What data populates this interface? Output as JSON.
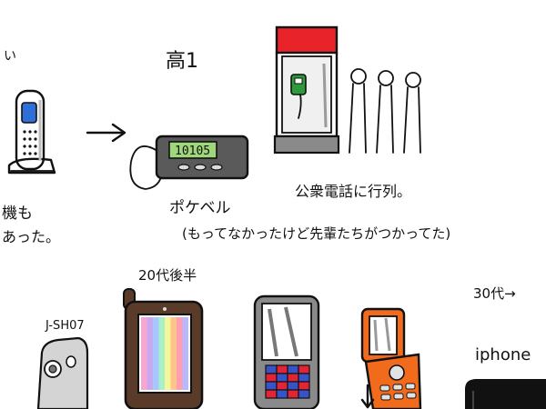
{
  "labels": {
    "top_left_fragment": "い",
    "home_phone_caption_line1": "機も",
    "home_phone_caption_line2": "あった。",
    "high_school_heading": "高1",
    "pager_display": "10105",
    "pager_caption": "ポケベル",
    "pager_note": "(もってなかったけど先輩たちがつかってた)",
    "phone_booth_caption": "公衆電話に行列。",
    "late20s_heading": "20代後半",
    "jsh07_label": "J-SH07",
    "thirties_heading": "30代→",
    "iphone_label": "iphone"
  },
  "colors": {
    "pager_screen": "#9fd87a",
    "booth_roof": "#e8232a",
    "booth_phone": "#2e9b3a",
    "orange_phone": "#f26a1b",
    "home_phone_screen": "#2f6fd8",
    "rainbow_stripes": [
      "#f7a6d0",
      "#c9a8f0",
      "#a6c8ff",
      "#a8f0c8",
      "#f5f59a",
      "#ffc48a",
      "#ff9fb0",
      "#b8b8ff"
    ],
    "keypad_blue": "#3654c8",
    "keypad_red": "#e32434",
    "gray_shading": "#b9b9b9"
  },
  "icons": {
    "arrow": "right-arrow-icon",
    "home_phone": "cordless-home-phone-icon",
    "pager": "pager-icon",
    "phone_booth": "phone-booth-icon",
    "queue": "queue-people-icon",
    "jsh07": "camera-flip-phone-icon",
    "flip_phone": "rainbow-flip-phone-icon",
    "slider_phone": "slider-phone-icon",
    "orange_phone": "orange-flip-phone-icon",
    "iphone": "iphone-icon"
  }
}
